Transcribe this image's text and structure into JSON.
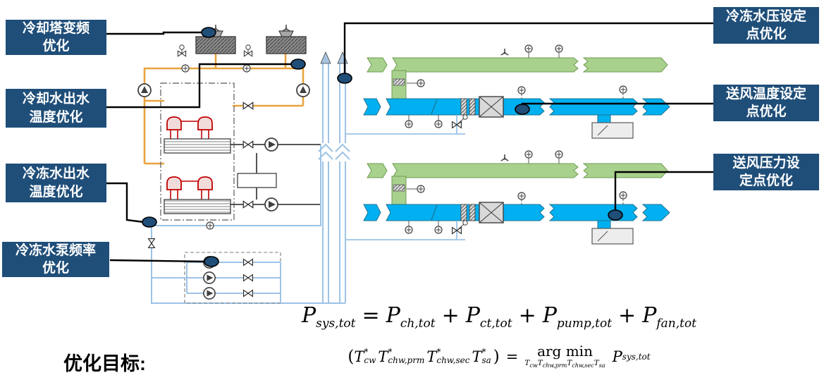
{
  "callouts": [
    {
      "id": "cooling-tower-vfd",
      "lines": [
        "冷却塔变频",
        "优化"
      ]
    },
    {
      "id": "cooling-water-outlet-temp",
      "lines": [
        "冷却水出水",
        "温度优化"
      ]
    },
    {
      "id": "chilled-water-outlet-temp",
      "lines": [
        "冷冻水出水",
        "温度优化"
      ]
    },
    {
      "id": "chw-pump-frequency",
      "lines": [
        "冷冻水泵频率",
        "优化"
      ]
    },
    {
      "id": "chw-pressure-setpoint",
      "lines": [
        "冷冻水压设定",
        "点优化"
      ]
    },
    {
      "id": "supply-air-temp-setpoint",
      "lines": [
        "送风温度设定",
        "点优化"
      ]
    },
    {
      "id": "supply-air-pressure-setpoint",
      "lines": [
        "送风压力设",
        "定点优化"
      ]
    }
  ],
  "objective_label": "优化目标:",
  "formulas": {
    "power": {
      "P": "P",
      "sub_sys": "sys,tot",
      "eq": "=",
      "plus": "+",
      "sub_ch": "ch,tot",
      "sub_ct": "ct,tot",
      "sub_pump": "pump,tot",
      "sub_fan": "fan,tot"
    },
    "argmin": {
      "open": "(",
      "T": "T",
      "star": "*",
      "sub_cw": "cw",
      "sub_chw_prm": "chw,prm",
      "sub_chw_sec": "chw,sec",
      "sub_sa": "sa",
      "close": ")",
      "eq": "=",
      "op": "arg min",
      "P": "P",
      "sub_sys": "sys,tot"
    }
  },
  "colors": {
    "callout_bg": "#1F4E79",
    "marker_fill": "#1F4E79",
    "connector": "#000000",
    "pipe_condenser_water": "#E8A33D",
    "pipe_refrigerant": "#C00000",
    "pipe_chilled_water": "#9DC3E6",
    "duct_return_air": "#A9D18E",
    "duct_supply_air": "#00B0F0"
  }
}
